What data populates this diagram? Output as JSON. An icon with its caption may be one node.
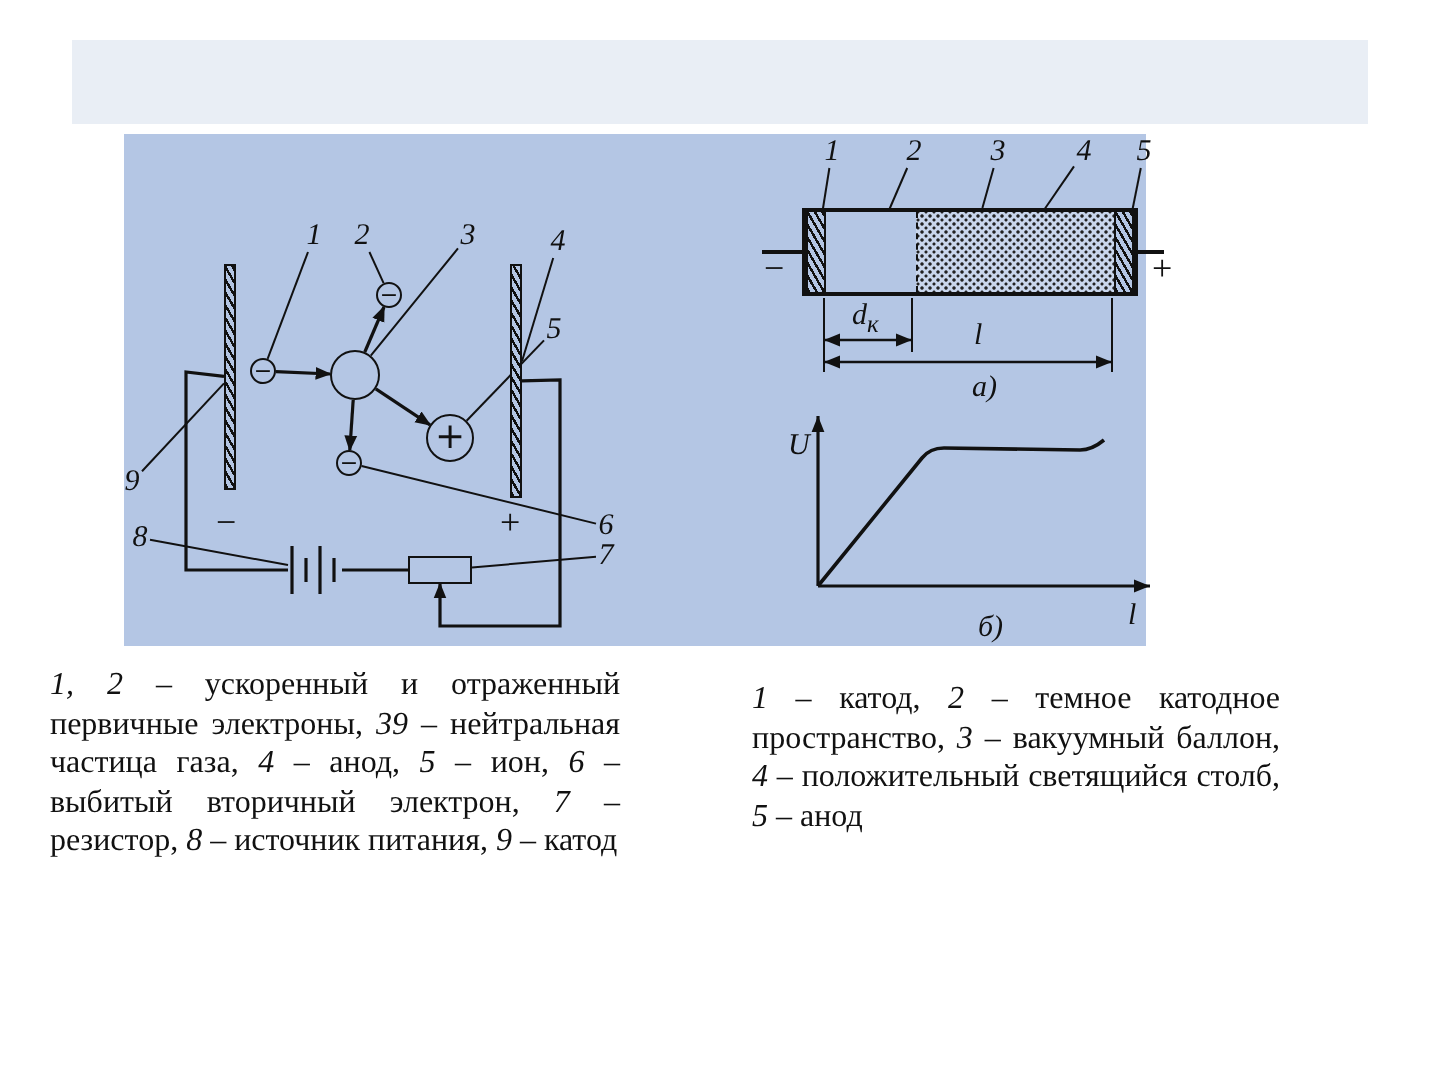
{
  "diagram": {
    "nodes": [
      {
        "text": [
          "−"
        ]
      },
      {
        "text": [],
        "shape": "circle"
      },
      {
        "text": [
          "−"
        ]
      },
      {
        "text": [
          "+"
        ]
      },
      {
        "text": [
          "−"
        ]
      },
      {
        "text": [],
        "shape": "bar"
      },
      {
        "text": [],
        "shape": "bar"
      },
      {
        "text": [],
        "shape": "box"
      },
      {
        "text": [],
        "shape": "battery"
      },
      {
        "text": [
          "1"
        ]
      },
      {
        "text": [
          "2"
        ]
      },
      {
        "text": [
          "3"
        ]
      },
      {
        "text": [
          "4"
        ]
      },
      {
        "text": [
          "5"
        ]
      },
      {
        "text": [
          "6"
        ]
      },
      {
        "text": [
          "7"
        ]
      },
      {
        "text": [
          "8"
        ]
      },
      {
        "text": [
          "9"
        ]
      },
      {
        "text": [],
        "shape": "box"
      },
      {
        "text": [],
        "shape": "box",
        "in": 18
      },
      {
        "text": [],
        "shape": "box",
        "in": 18
      },
      {
        "text": [],
        "shape": "box",
        "in": 18
      },
      {
        "text": [],
        "shape": "box",
        "in": 18
      },
      {
        "text": [
          "1"
        ]
      },
      {
        "text": [
          "2"
        ]
      },
      {
        "text": [
          "3"
        ]
      },
      {
        "text": [
          "4"
        ]
      },
      {
        "text": [
          "5"
        ]
      }
    ],
    "edges": [
      {
        "from": 0,
        "to": 1,
        "arrow": "to"
      },
      {
        "from": 1,
        "to": 2,
        "arrow": "to"
      },
      {
        "from": 1,
        "to": 3,
        "arrow": "to"
      },
      {
        "from": 1,
        "to": 4,
        "arrow": "to"
      },
      {
        "from": 9,
        "to": 0,
        "arrow": "none"
      },
      {
        "from": 10,
        "to": 2,
        "arrow": "none"
      },
      {
        "from": 11,
        "to": 1,
        "arrow": "none"
      },
      {
        "from": 12,
        "to": 6,
        "arrow": "none"
      },
      {
        "from": 13,
        "to": 3,
        "arrow": "none"
      },
      {
        "from": 14,
        "to": 4,
        "arrow": "none"
      },
      {
        "from": 15,
        "to": 7,
        "arrow": "none"
      },
      {
        "from": 16,
        "to": 8,
        "arrow": "none"
      },
      {
        "from": 17,
        "to": 5,
        "arrow": "none"
      },
      {
        "from": 5,
        "to": 8,
        "arrow": "none"
      },
      {
        "from": 8,
        "to": 7,
        "arrow": "none"
      },
      {
        "from": 6,
        "to": 7,
        "arrow": "to"
      },
      {
        "from": 23,
        "to": 19,
        "arrow": "none"
      },
      {
        "from": 24,
        "to": 20,
        "arrow": "none"
      },
      {
        "from": 25,
        "to": 18,
        "arrow": "none"
      },
      {
        "from": 26,
        "to": 21,
        "arrow": "none"
      },
      {
        "from": 27,
        "to": 22,
        "arrow": "none"
      }
    ],
    "labels": [
      "−",
      "+",
      "−",
      "+",
      "d$_{к}$",
      "l",
      "а)",
      "U",
      "l",
      "б)",
      "*1, 2* – ускоренный и отраженный первичные электроны, *39* – нейтральная частица газа, *4* – анод, *5* – ион, *6* – выбитый вторичный электрон, *7* – резистор, *8* – источник питания, *9* – катод",
      "*1* – катод, *2* – темное катодное пространство, *3* – вакуумный баллон, *4* – положительный светящийся столб, *5* – анод"
    ]
  }
}
